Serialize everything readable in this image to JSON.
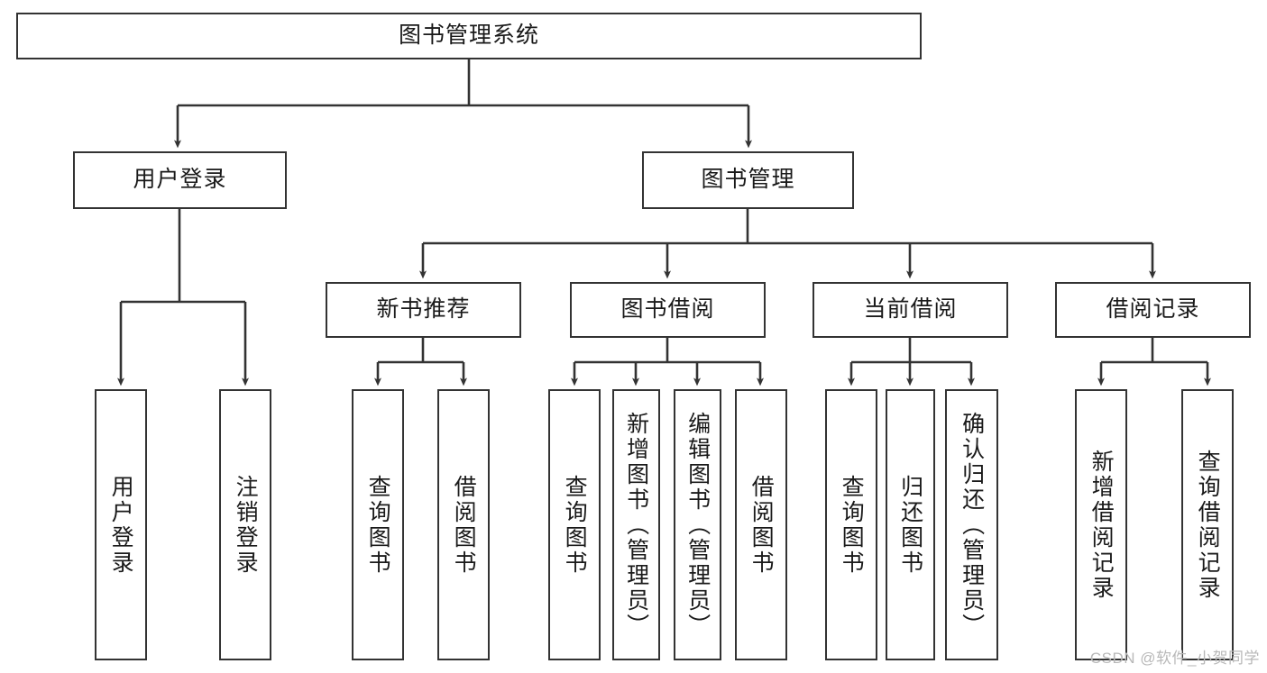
{
  "diagram": {
    "title": "图书管理系统",
    "type": "tree",
    "watermark": "CSDN @软件_小贺同学",
    "style": {
      "box_fill": "#ffffff",
      "box_stroke": "#333333",
      "edge_stroke": "#333333",
      "text_color": "#1a1a1a",
      "background": "#ffffff",
      "watermark_color": "#b8b8b8"
    },
    "levels": {
      "root": {
        "label": "图书管理系统"
      },
      "level2": [
        {
          "id": "user-login",
          "label": "用户登录"
        },
        {
          "id": "book-manage",
          "label": "图书管理"
        }
      ],
      "level3": [
        {
          "id": "new-book-recommend",
          "label": "新书推荐"
        },
        {
          "id": "book-borrow",
          "label": "图书借阅"
        },
        {
          "id": "current-borrow",
          "label": "当前借阅"
        },
        {
          "id": "borrow-record",
          "label": "借阅记录"
        }
      ],
      "leaves": [
        {
          "id": "leaf-user-login",
          "label": "用户登录",
          "parent": "user-login"
        },
        {
          "id": "leaf-logout-login",
          "label": "注销登录",
          "parent": "user-login"
        },
        {
          "id": "leaf-query-book-1",
          "label": "查询图书",
          "parent": "new-book-recommend"
        },
        {
          "id": "leaf-borrow-book-1",
          "label": "借阅图书",
          "parent": "new-book-recommend"
        },
        {
          "id": "leaf-query-book-2",
          "label": "查询图书",
          "parent": "book-borrow"
        },
        {
          "id": "leaf-add-book",
          "label": "新增图书（管理员）",
          "parent": "book-borrow"
        },
        {
          "id": "leaf-edit-book",
          "label": "编辑图书（管理员）",
          "parent": "book-borrow"
        },
        {
          "id": "leaf-borrow-book-2",
          "label": "借阅图书",
          "parent": "book-borrow"
        },
        {
          "id": "leaf-query-book-3",
          "label": "查询图书",
          "parent": "current-borrow"
        },
        {
          "id": "leaf-return-book",
          "label": "归还图书",
          "parent": "current-borrow"
        },
        {
          "id": "leaf-confirm-return",
          "label": "确认归还（管理员）",
          "parent": "current-borrow"
        },
        {
          "id": "leaf-add-record",
          "label": "新增借阅记录",
          "parent": "borrow-record"
        },
        {
          "id": "leaf-query-record",
          "label": "查询借阅记录",
          "parent": "borrow-record"
        }
      ]
    }
  }
}
